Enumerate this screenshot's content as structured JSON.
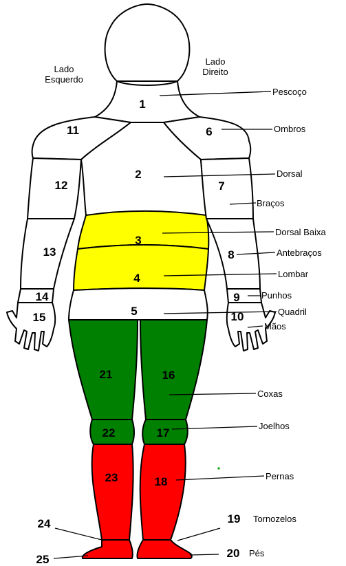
{
  "side_labels": {
    "left_line1": "Lado",
    "left_line2": "Esquerdo",
    "right_line1": "Lado",
    "right_line2": "Direito"
  },
  "regions": [
    {
      "number": "1",
      "label": "Pescoço",
      "color": "#ffffff"
    },
    {
      "number": "2",
      "label": "Dorsal",
      "color": "#ffffff"
    },
    {
      "number": "3",
      "label": "Dorsal Baixa",
      "color": "#ffff00"
    },
    {
      "number": "4",
      "label": "Lombar",
      "color": "#ffff00"
    },
    {
      "number": "5",
      "label": "Quadril",
      "color": "#ffffff"
    },
    {
      "number": "6",
      "label": "Ombros",
      "color": "#ffffff"
    },
    {
      "number": "7",
      "label": "Braços",
      "color": "#ffffff"
    },
    {
      "number": "8",
      "label": "Antebraços",
      "color": "#ffffff"
    },
    {
      "number": "9",
      "label": "Punhos",
      "color": "#ffffff"
    },
    {
      "number": "10",
      "label": "Mãos",
      "color": "#ffffff"
    },
    {
      "number": "11",
      "label": "",
      "color": "#ffffff"
    },
    {
      "number": "12",
      "label": "",
      "color": "#ffffff"
    },
    {
      "number": "13",
      "label": "",
      "color": "#ffffff"
    },
    {
      "number": "14",
      "label": "",
      "color": "#ffffff"
    },
    {
      "number": "15",
      "label": "",
      "color": "#ffffff"
    },
    {
      "number": "16",
      "label": "Coxas",
      "color": "#008000"
    },
    {
      "number": "17",
      "label": "Joelhos",
      "color": "#008000"
    },
    {
      "number": "18",
      "label": "Pernas",
      "color": "#ff0000"
    },
    {
      "number": "19",
      "label": "Tornozelos",
      "color": "#ff0000"
    },
    {
      "number": "20",
      "label": "Pés",
      "color": "#ff0000"
    },
    {
      "number": "21",
      "label": "",
      "color": "#008000"
    },
    {
      "number": "22",
      "label": "",
      "color": "#008000"
    },
    {
      "number": "23",
      "label": "",
      "color": "#ff0000"
    },
    {
      "number": "24",
      "label": "",
      "color": "#ff0000"
    },
    {
      "number": "25",
      "label": "",
      "color": "#ff0000"
    }
  ]
}
